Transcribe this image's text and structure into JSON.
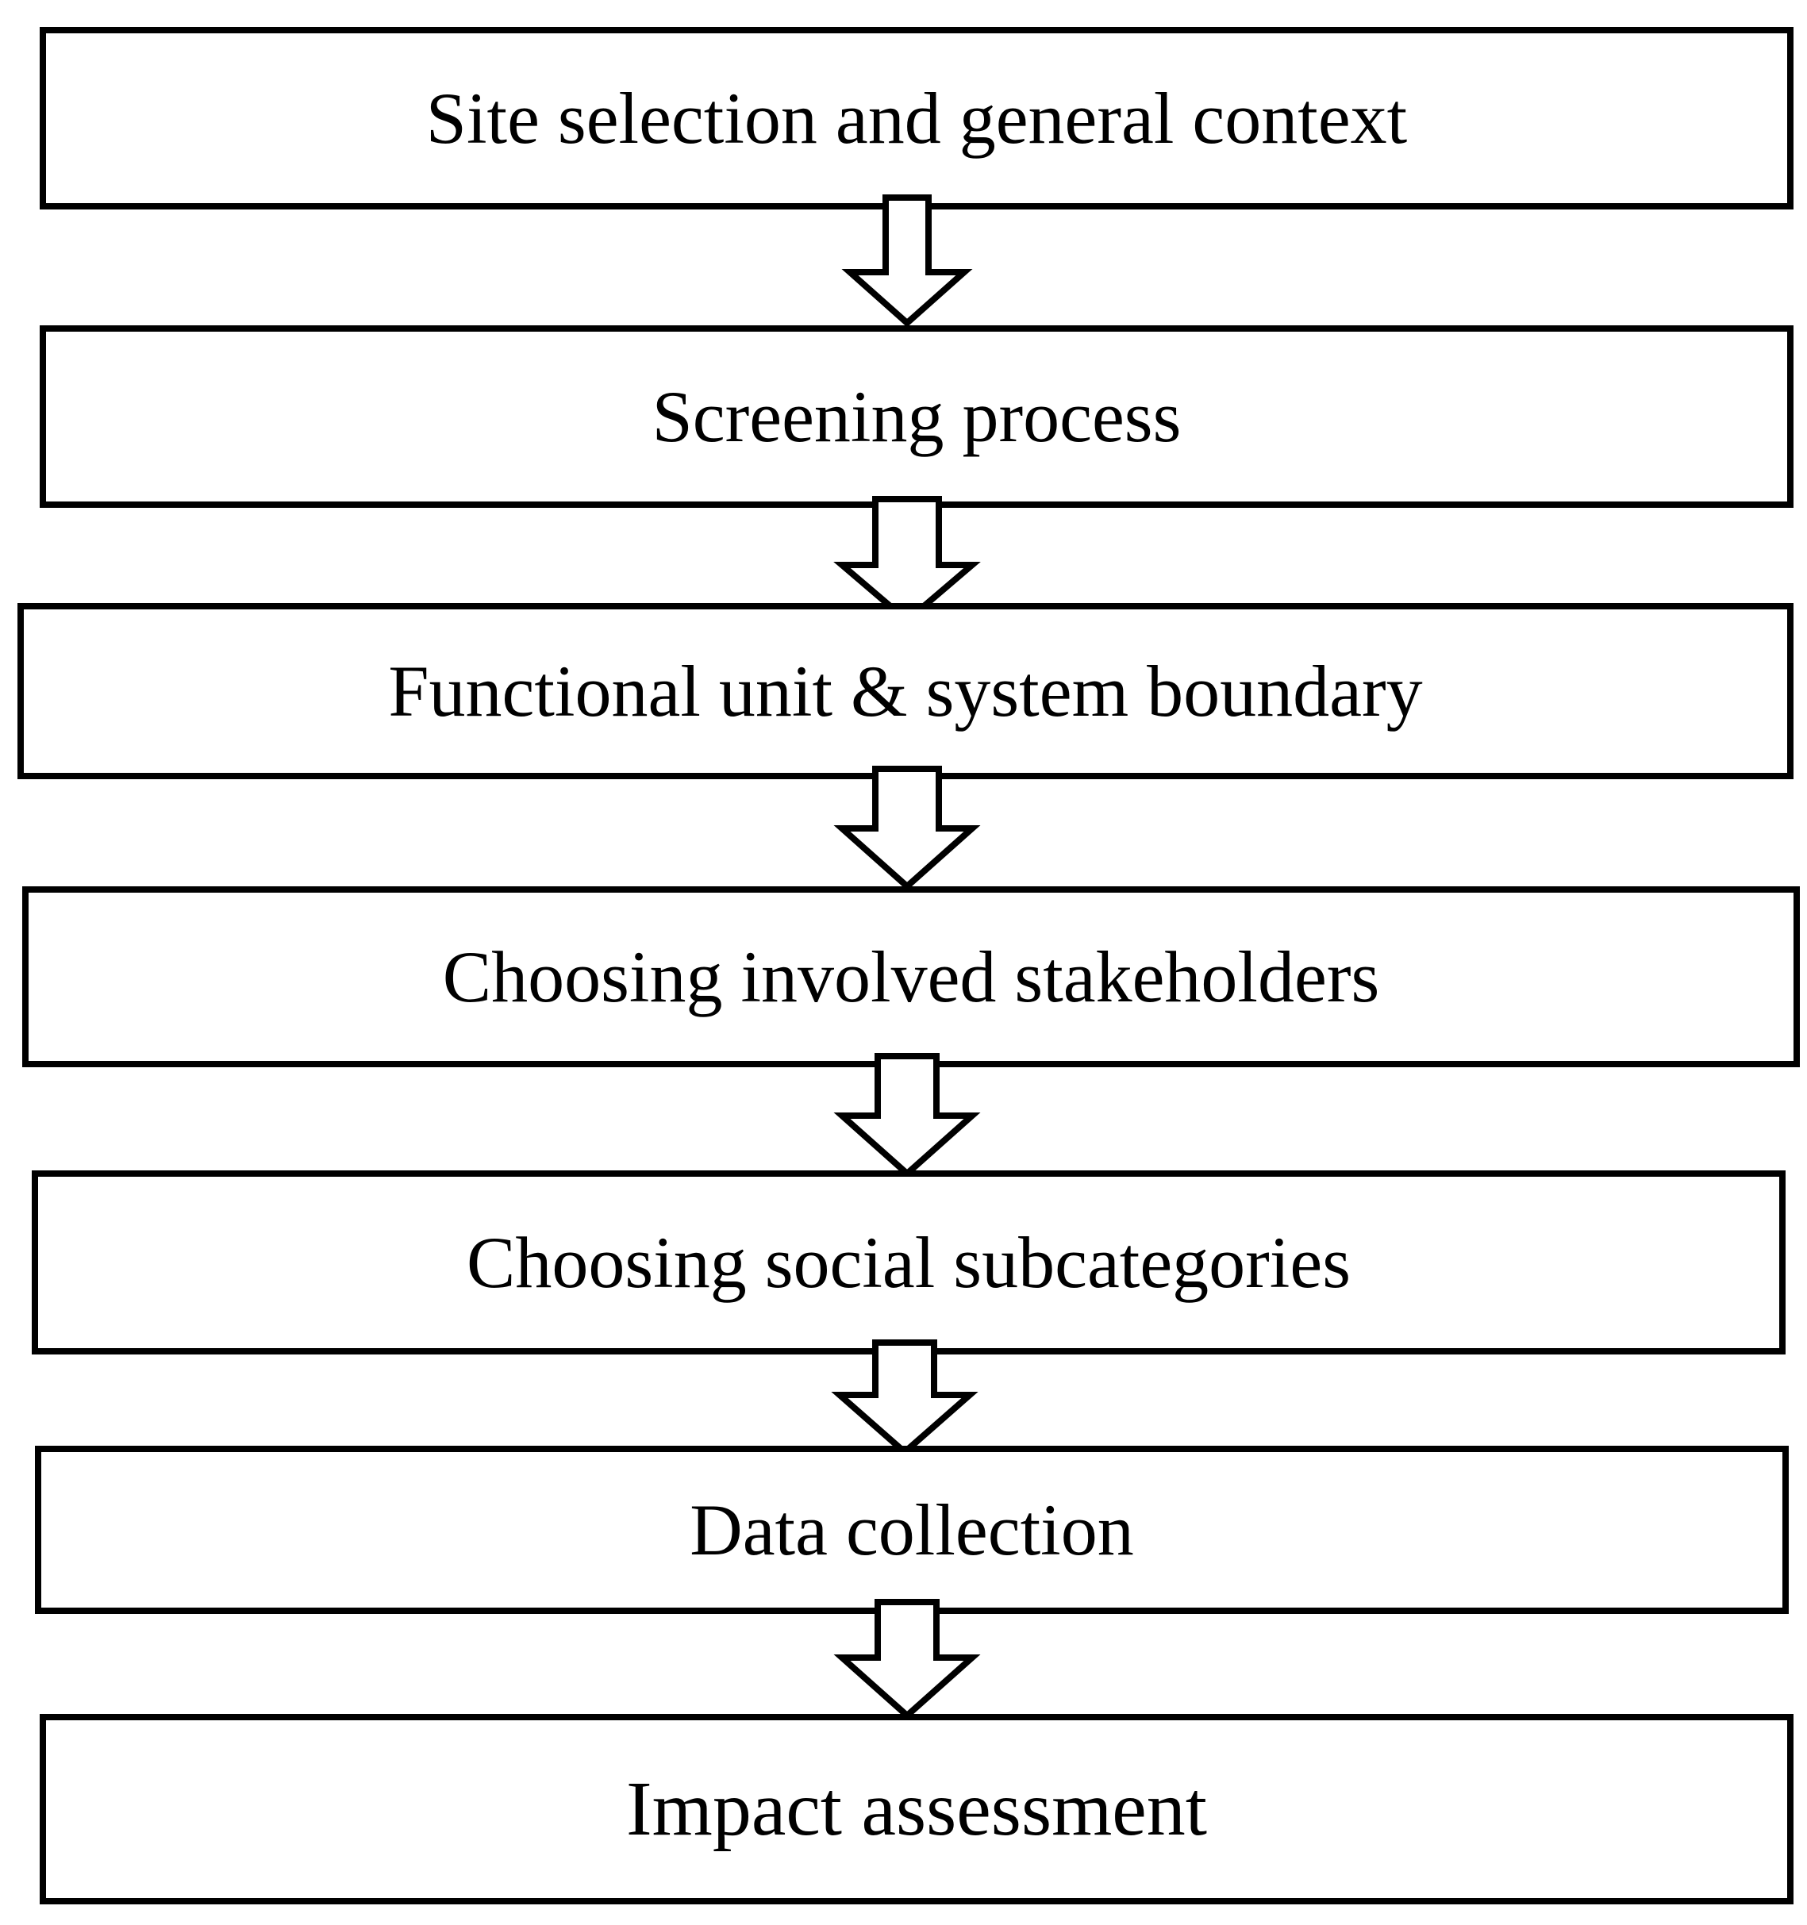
{
  "diagram": {
    "steps": [
      {
        "label": "Site selection and general context"
      },
      {
        "label": "Screening process"
      },
      {
        "label": "Functional unit & system boundary"
      },
      {
        "label": "Choosing involved stakeholders"
      },
      {
        "label": "Choosing social subcategories"
      },
      {
        "label": "Data collection"
      },
      {
        "label": "Impact assessment"
      }
    ],
    "connector": "down-arrow-icon",
    "colors": {
      "stroke": "#000000",
      "fill": "#ffffff",
      "text": "#000000"
    }
  }
}
